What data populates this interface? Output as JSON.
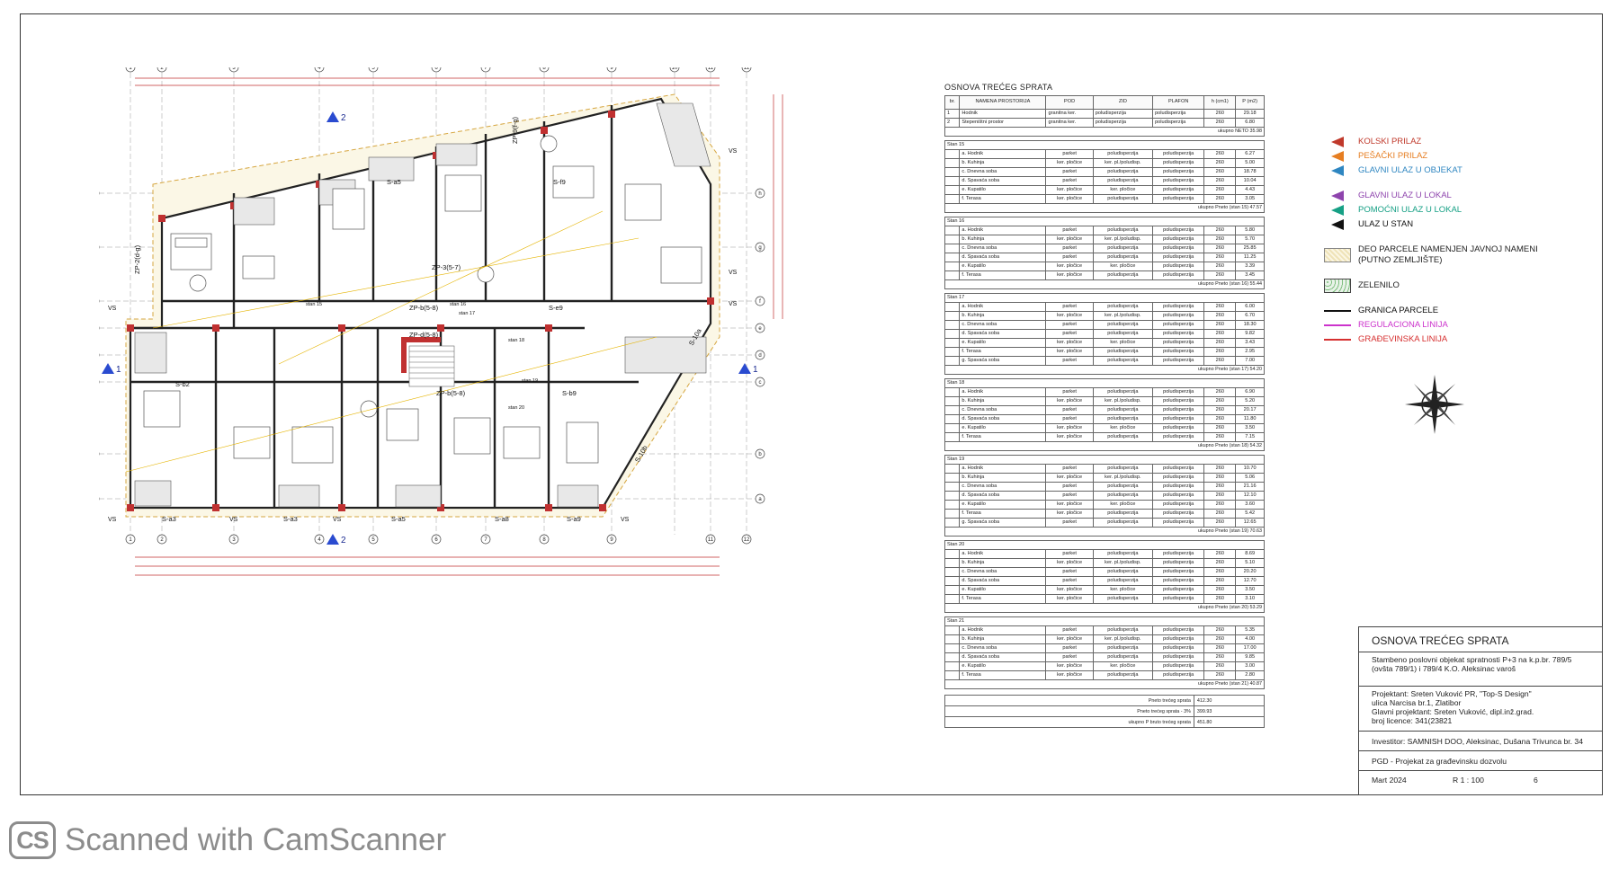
{
  "plan": {
    "axes_top": [
      "1",
      "2",
      "3",
      "4",
      "5",
      "6",
      "7",
      "8",
      "9",
      "10",
      "11",
      "12"
    ],
    "axes_bottom": [
      "1",
      "2",
      "3",
      "4",
      "5",
      "6",
      "7",
      "8",
      "9",
      "11",
      "12"
    ],
    "axes_side": [
      "a",
      "b",
      "c",
      "d",
      "e",
      "f",
      "g",
      "h"
    ],
    "section_marks": [
      "2",
      "2",
      "1",
      "1"
    ],
    "labels": [
      "S-a5",
      "S-f9",
      "S-e9",
      "S-b2",
      "S-b9",
      "S-a3",
      "S-a3",
      "S-a5",
      "S-a8",
      "S-a9",
      "ZP-2(d-g)",
      "ZP-b(5-8)",
      "ZP-d(5-8)",
      "ZP-3(5-7)",
      "ZP-b(5-8)",
      "ZP-9(f-g)",
      "S-10a",
      "S-10b",
      "VS",
      "VS",
      "VS",
      "VS",
      "VS",
      "VS",
      "VS",
      "VS",
      "stan 15",
      "stan 16",
      "stan 17",
      "stan 18",
      "stan 19",
      "stan 20"
    ]
  },
  "table": {
    "title": "OSNOVA TREĆEG SPRATA",
    "headers": [
      "br.",
      "NAMENA PROSTORIJA",
      "POD",
      "ZID",
      "PLAFON",
      "h (cm1)",
      "P (m2)"
    ],
    "common": [
      [
        "1",
        "Hodnik",
        "granitna ker.",
        "poludisperzija",
        "poludisperzija",
        "260",
        "29.18"
      ],
      [
        "2",
        "Stepeništni prostor",
        "granitna ker.",
        "poludisperzija",
        "poludisperzija",
        "260",
        "6.80"
      ]
    ],
    "common_total": "ukupno NETO  35.98",
    "apartments": [
      {
        "name": "Stan 15",
        "rows": [
          [
            "a. Hodnik",
            "parket",
            "poludisperzija",
            "poludisperzija",
            "260",
            "6.27"
          ],
          [
            "b. Kuhinja",
            "ker. pločice",
            "ker. pl./poludisp.",
            "poludisperzija",
            "260",
            "5.00"
          ],
          [
            "c. Dnevna soba",
            "parket",
            "poludisperzija",
            "poludisperzija",
            "260",
            "18.78"
          ],
          [
            "d. Spavaća soba",
            "parket",
            "poludisperzija",
            "poludisperzija",
            "260",
            "10.04"
          ],
          [
            "e. Kupatilo",
            "ker. pločice",
            "ker. pločice",
            "poludisperzija",
            "260",
            "4.43"
          ],
          [
            "f. Terasa",
            "ker. pločice",
            "poludisperzija",
            "poludisperzija",
            "260",
            "3.05"
          ]
        ],
        "total": "ukupno Pneto (stan 15)  47.57"
      },
      {
        "name": "Stan 16",
        "rows": [
          [
            "a. Hodnik",
            "parket",
            "poludisperzija",
            "poludisperzija",
            "260",
            "5.80"
          ],
          [
            "b. Kuhinja",
            "ker. pločice",
            "ker. pl./poludisp.",
            "poludisperzija",
            "260",
            "5.70"
          ],
          [
            "c. Dnevna soba",
            "parket",
            "poludisperzija",
            "poludisperzija",
            "260",
            "25.85"
          ],
          [
            "d. Spavaća soba",
            "parket",
            "poludisperzija",
            "poludisperzija",
            "260",
            "11.25"
          ],
          [
            "e. Kupatilo",
            "ker. pločice",
            "ker. pločice",
            "poludisperzija",
            "260",
            "3.39"
          ],
          [
            "f. Terasa",
            "ker. pločice",
            "poludisperzija",
            "poludisperzija",
            "260",
            "3.45"
          ]
        ],
        "total": "ukupno Pneto (stan 16)  55.44"
      },
      {
        "name": "Stan 17",
        "rows": [
          [
            "a. Hodnik",
            "parket",
            "poludisperzija",
            "poludisperzija",
            "260",
            "6.00"
          ],
          [
            "b. Kuhinja",
            "ker. pločice",
            "ker. pl./poludisp.",
            "poludisperzija",
            "260",
            "6.70"
          ],
          [
            "c. Dnevna soba",
            "parket",
            "poludisperzija",
            "poludisperzija",
            "260",
            "18.30"
          ],
          [
            "d. Spavaća soba",
            "parket",
            "poludisperzija",
            "poludisperzija",
            "260",
            "9.82"
          ],
          [
            "e. Kupatilo",
            "ker. pločice",
            "ker. pločice",
            "poludisperzija",
            "260",
            "3.43"
          ],
          [
            "f. Terasa",
            "ker. pločice",
            "poludisperzija",
            "poludisperzija",
            "260",
            "2.95"
          ],
          [
            "g. Spavaća soba",
            "parket",
            "poludisperzija",
            "poludisperzija",
            "260",
            "7.00"
          ]
        ],
        "total": "ukupno Pneto (stan 17)  54.20"
      },
      {
        "name": "Stan 18",
        "rows": [
          [
            "a. Hodnik",
            "parket",
            "poludisperzija",
            "poludisperzija",
            "260",
            "6.90"
          ],
          [
            "b. Kuhinja",
            "ker. pločice",
            "ker. pl./poludisp.",
            "poludisperzija",
            "260",
            "5.20"
          ],
          [
            "c. Dnevna soba",
            "parket",
            "poludisperzija",
            "poludisperzija",
            "260",
            "20.17"
          ],
          [
            "d. Spavaća soba",
            "parket",
            "poludisperzija",
            "poludisperzija",
            "260",
            "11.80"
          ],
          [
            "e. Kupatilo",
            "ker. pločice",
            "ker. pločice",
            "poludisperzija",
            "260",
            "3.50"
          ],
          [
            "f. Terasa",
            "ker. pločice",
            "poludisperzija",
            "poludisperzija",
            "260",
            "7.15"
          ]
        ],
        "total": "ukupno Pneto (stan 18)  54.32"
      },
      {
        "name": "Stan 19",
        "rows": [
          [
            "a. Hodnik",
            "parket",
            "poludisperzija",
            "poludisperzija",
            "260",
            "10.70"
          ],
          [
            "b. Kuhinja",
            "ker. pločice",
            "ker. pl./poludisp.",
            "poludisperzija",
            "260",
            "5.06"
          ],
          [
            "c. Dnevna soba",
            "parket",
            "poludisperzija",
            "poludisperzija",
            "260",
            "21.16"
          ],
          [
            "d. Spavaća soba",
            "parket",
            "poludisperzija",
            "poludisperzija",
            "260",
            "12.10"
          ],
          [
            "e. Kupatilo",
            "ker. pločice",
            "ker. pločice",
            "poludisperzija",
            "260",
            "3.60"
          ],
          [
            "f. Terasa",
            "ker. pločice",
            "poludisperzija",
            "poludisperzija",
            "260",
            "5.42"
          ],
          [
            "g. Spavaća soba",
            "parket",
            "poludisperzija",
            "poludisperzija",
            "260",
            "12.65"
          ]
        ],
        "total": "ukupno Pneto (stan 19)  70.63"
      },
      {
        "name": "Stan 20",
        "rows": [
          [
            "a. Hodnik",
            "parket",
            "poludisperzija",
            "poludisperzija",
            "260",
            "8.69"
          ],
          [
            "b. Kuhinja",
            "ker. pločice",
            "ker. pl./poludisp.",
            "poludisperzija",
            "260",
            "5.10"
          ],
          [
            "c. Dnevna soba",
            "parket",
            "poludisperzija",
            "poludisperzija",
            "260",
            "20.20"
          ],
          [
            "d. Spavaća soba",
            "parket",
            "poludisperzija",
            "poludisperzija",
            "260",
            "12.70"
          ],
          [
            "e. Kupatilo",
            "ker. pločice",
            "ker. pločice",
            "poludisperzija",
            "260",
            "3.50"
          ],
          [
            "f. Terasa",
            "ker. pločice",
            "poludisperzija",
            "poludisperzija",
            "260",
            "3.10"
          ]
        ],
        "total": "ukupno Pneto (stan 20)  53.29"
      },
      {
        "name": "Stan 21",
        "rows": [
          [
            "a. Hodnik",
            "parket",
            "poludisperzija",
            "poludisperzija",
            "260",
            "5.35"
          ],
          [
            "b. Kuhinja",
            "ker. pločice",
            "ker. pl./poludisp.",
            "poludisperzija",
            "260",
            "4.00"
          ],
          [
            "c. Dnevna soba",
            "parket",
            "poludisperzija",
            "poludisperzija",
            "260",
            "17.00"
          ],
          [
            "d. Spavaća soba",
            "parket",
            "poludisperzija",
            "poludisperzija",
            "260",
            "9.85"
          ],
          [
            "e. Kupatilo",
            "ker. pločice",
            "ker. pločice",
            "poludisperzija",
            "260",
            "3.00"
          ],
          [
            "f. Terasa",
            "ker. pločice",
            "poludisperzija",
            "poludisperzija",
            "260",
            "2.80"
          ]
        ],
        "total": "ukupno Pneto (stan 21)  40.87"
      }
    ],
    "totals": [
      [
        "Pneto trećeg sprata",
        "412.30"
      ],
      [
        "Pneto trećeg sprata - 3%",
        "399.93"
      ],
      [
        "ukupno P bruto trećeg sprata",
        "451.80"
      ]
    ]
  },
  "legend": [
    {
      "label": "KOLSKI PRILAZ",
      "kind": "arrow",
      "color": "#c0392b",
      "text_color": "#c0392b"
    },
    {
      "label": "PEŠAČKI PRILAZ",
      "kind": "arrow",
      "color": "#e67e22",
      "text_color": "#e67e22"
    },
    {
      "label": "GLAVNI ULAZ U OBJEKAT",
      "kind": "arrow",
      "color": "#2e86c1",
      "text_color": "#2e86c1"
    },
    {
      "label": "GLAVNI ULAZ U LOKAL",
      "kind": "arrow",
      "color": "#8e44ad",
      "text_color": "#8e44ad"
    },
    {
      "label": "POMOĆNI ULAZ U LOKAL",
      "kind": "arrow",
      "color": "#16a085",
      "text_color": "#16a085"
    },
    {
      "label": "ULAZ U STAN",
      "kind": "arrow",
      "color": "#111111",
      "text_color": "#111111"
    },
    {
      "label": "DEO PARCELE NAMENJEN JAVNOJ NAMENI (PUTNO ZEMLJIŠTE)",
      "kind": "hatch"
    },
    {
      "label": "ZELENILO",
      "kind": "green"
    },
    {
      "label": "GRANICA PARCELE",
      "kind": "line",
      "color": "#111111",
      "text_color": "#111111"
    },
    {
      "label": "REGULACIONA LINIJA",
      "kind": "line",
      "color": "#cc33cc",
      "text_color": "#cc33cc"
    },
    {
      "label": "GRAĐEVINSKA LINIJA",
      "kind": "line",
      "color": "#d63030",
      "text_color": "#d63030"
    }
  ],
  "titleblock": {
    "title": "OSNOVA TREĆEG SPRATA",
    "object": "Stambeno poslovni objekat spratnosti P+3 na k.p.br. 789/5 (ovšta 789/1) i 789/4 K.O. Aleksinac varoš",
    "designer_1": "Projektant: Sreten Vuković PR, \"Top-S Design\"",
    "designer_2": "ulica Narcisa br.1, Zlatibor",
    "designer_3": "Glavni projektant: Sreten Vuković, dipl.inž.grad.",
    "designer_4": "broj licence: 341(23821",
    "investor": "Investitor: SAMNISH DOO, Aleksinac, Dušana Trivunca br. 34",
    "phase": "PGD - Projekat za građevinsku dozvolu",
    "date": "Mart 2024",
    "scale": "R 1 : 100",
    "sheet": "6"
  },
  "scanner": {
    "logo": "CS",
    "text": "Scanned with CamScanner"
  }
}
